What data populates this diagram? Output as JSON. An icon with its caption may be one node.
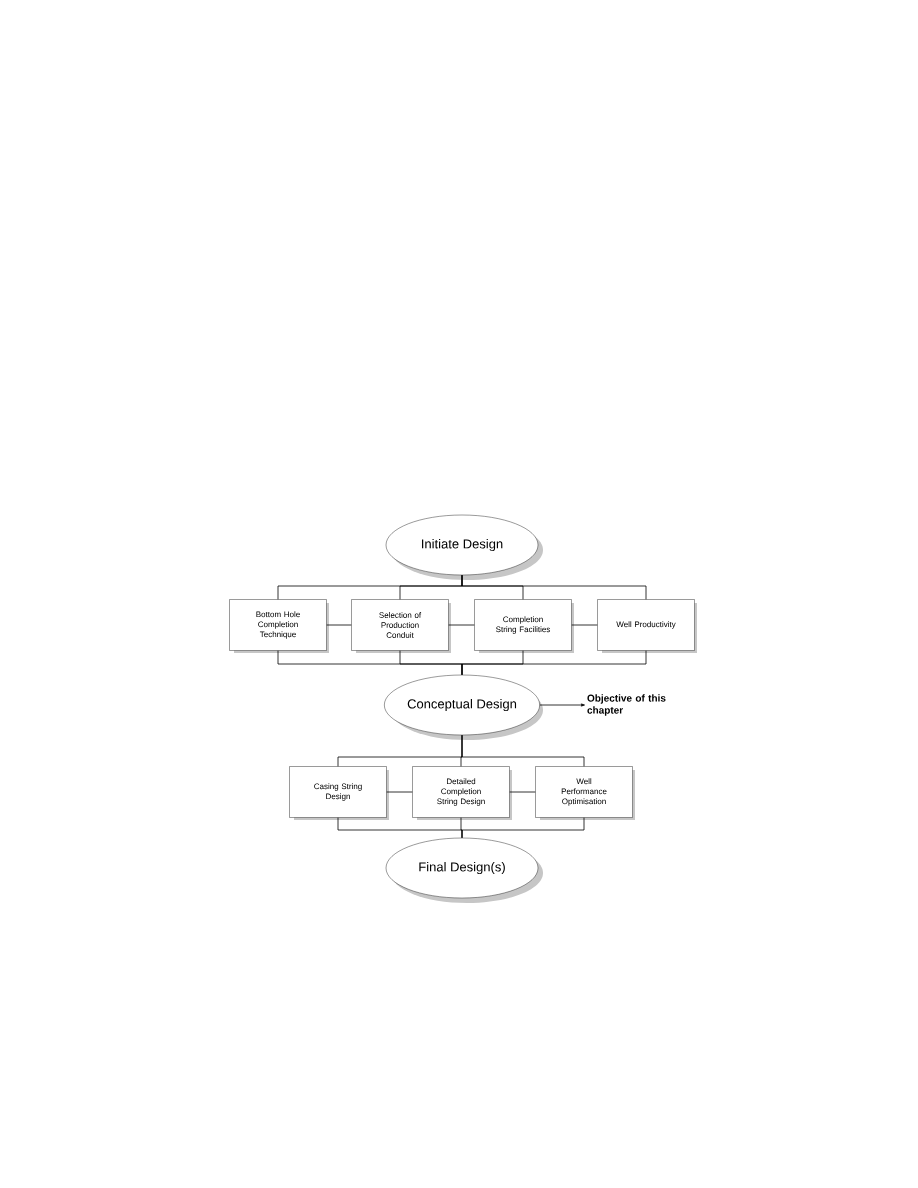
{
  "diagram": {
    "nodes": [
      {
        "text": [
          "Initiate Design"
        ]
      },
      {
        "text": [
          "Bottom Hole Completion Technique"
        ]
      },
      {
        "text": [
          "Selection of Production Conduit"
        ]
      },
      {
        "text": [
          "Completion String Facilities"
        ]
      },
      {
        "text": [
          "Well Productivity"
        ]
      },
      {
        "text": [
          "Conceptual Design"
        ]
      },
      {
        "text": [
          "Objective of this chapter"
        ]
      },
      {
        "text": [
          "Casing String Design"
        ]
      },
      {
        "text": [
          "Detailed Completion String Design"
        ]
      },
      {
        "text": [
          "Well Performance Optimisation"
        ]
      },
      {
        "text": [
          "Final Design(s)"
        ]
      }
    ],
    "edges": [
      {
        "from": 0,
        "to": 1,
        "arrow": "none"
      },
      {
        "from": 0,
        "to": 2,
        "arrow": "none"
      },
      {
        "from": 0,
        "to": 3,
        "arrow": "none"
      },
      {
        "from": 0,
        "to": 4,
        "arrow": "none"
      },
      {
        "from": 1,
        "to": 2,
        "arrow": "none"
      },
      {
        "from": 2,
        "to": 3,
        "arrow": "none"
      },
      {
        "from": 3,
        "to": 4,
        "arrow": "none"
      },
      {
        "from": 1,
        "to": 5,
        "arrow": "none"
      },
      {
        "from": 2,
        "to": 5,
        "arrow": "none"
      },
      {
        "from": 3,
        "to": 5,
        "arrow": "none"
      },
      {
        "from": 4,
        "to": 5,
        "arrow": "none"
      },
      {
        "from": 5,
        "to": 6,
        "arrow": "to"
      },
      {
        "from": 5,
        "to": 7,
        "arrow": "none"
      },
      {
        "from": 5,
        "to": 8,
        "arrow": "none"
      },
      {
        "from": 5,
        "to": 9,
        "arrow": "none"
      },
      {
        "from": 7,
        "to": 8,
        "arrow": "none"
      },
      {
        "from": 8,
        "to": 9,
        "arrow": "none"
      },
      {
        "from": 7,
        "to": 10,
        "arrow": "none"
      },
      {
        "from": 8,
        "to": 10,
        "arrow": "none"
      },
      {
        "from": 9,
        "to": 10,
        "arrow": "none"
      }
    ]
  }
}
